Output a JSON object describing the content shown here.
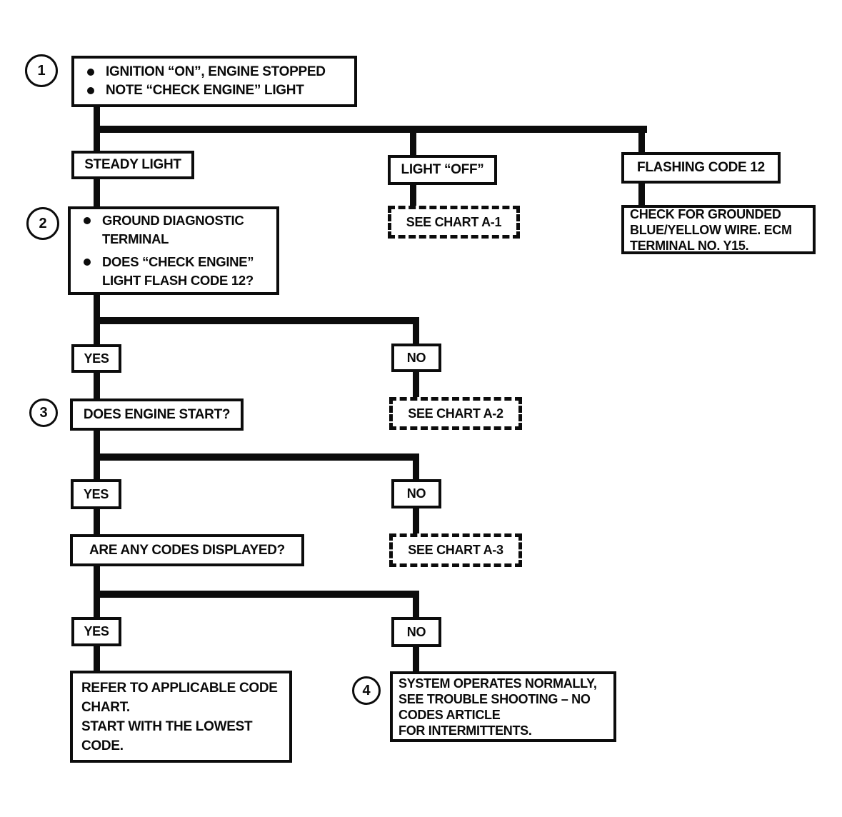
{
  "flowchart": {
    "step1": {
      "number": "1",
      "bullets": [
        "IGNITION “ON”, ENGINE STOPPED",
        "NOTE “CHECK ENGINE” LIGHT"
      ]
    },
    "branch_steady": {
      "label": "STEADY LIGHT"
    },
    "branch_light_off": {
      "label": "LIGHT “OFF”"
    },
    "branch_flashing": {
      "label": "FLASHING CODE 12"
    },
    "see_chart_a1": {
      "label": "SEE CHART A-1"
    },
    "grounded_note": {
      "lines": [
        "CHECK FOR GROUNDED",
        "BLUE/YELLOW WIRE. ECM",
        "TERMINAL NO. Y15."
      ]
    },
    "step2": {
      "number": "2",
      "bullets": [
        "GROUND DIAGNOSTIC TERMINAL",
        "DOES “CHECK ENGINE” LIGHT FLASH CODE 12?"
      ]
    },
    "decision1": {
      "yes": "YES",
      "no": "NO"
    },
    "see_chart_a2": {
      "label": "SEE CHART A-2"
    },
    "step3": {
      "number": "3",
      "question": "DOES ENGINE START?"
    },
    "decision2": {
      "yes": "YES",
      "no": "NO"
    },
    "see_chart_a3": {
      "label": "SEE CHART A-3"
    },
    "codes_question": {
      "label": "ARE ANY CODES DISPLAYED?"
    },
    "decision3": {
      "yes": "YES",
      "no": "NO"
    },
    "refer_note": {
      "lines": [
        "REFER TO APPLICABLE CODE CHART.",
        "START WITH THE LOWEST CODE."
      ]
    },
    "step4": {
      "number": "4",
      "lines": [
        "SYSTEM OPERATES NORMALLY,",
        "SEE TROUBLE SHOOTING – NO",
        "CODES ARTICLE",
        "FOR INTERMITTENTS."
      ]
    }
  }
}
